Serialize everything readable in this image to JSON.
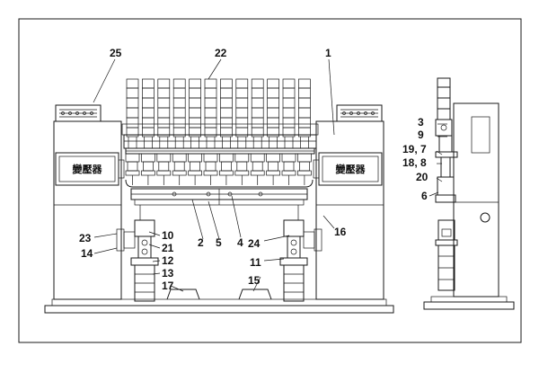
{
  "figure": {
    "transformer_label": "變壓器",
    "labels": {
      "n25": "25",
      "n22": "22",
      "n1": "1",
      "n3": "3",
      "n9": "9",
      "n19_7": "19, 7",
      "n18_8": "18, 8",
      "n20": "20",
      "n6": "6",
      "n23": "23",
      "n14": "14",
      "n10": "10",
      "n21": "21",
      "n12": "12",
      "n13": "13",
      "n17": "17",
      "n2": "2",
      "n5": "5",
      "n4": "4",
      "n24": "24",
      "n11": "11",
      "n15": "15",
      "n16": "16"
    }
  }
}
